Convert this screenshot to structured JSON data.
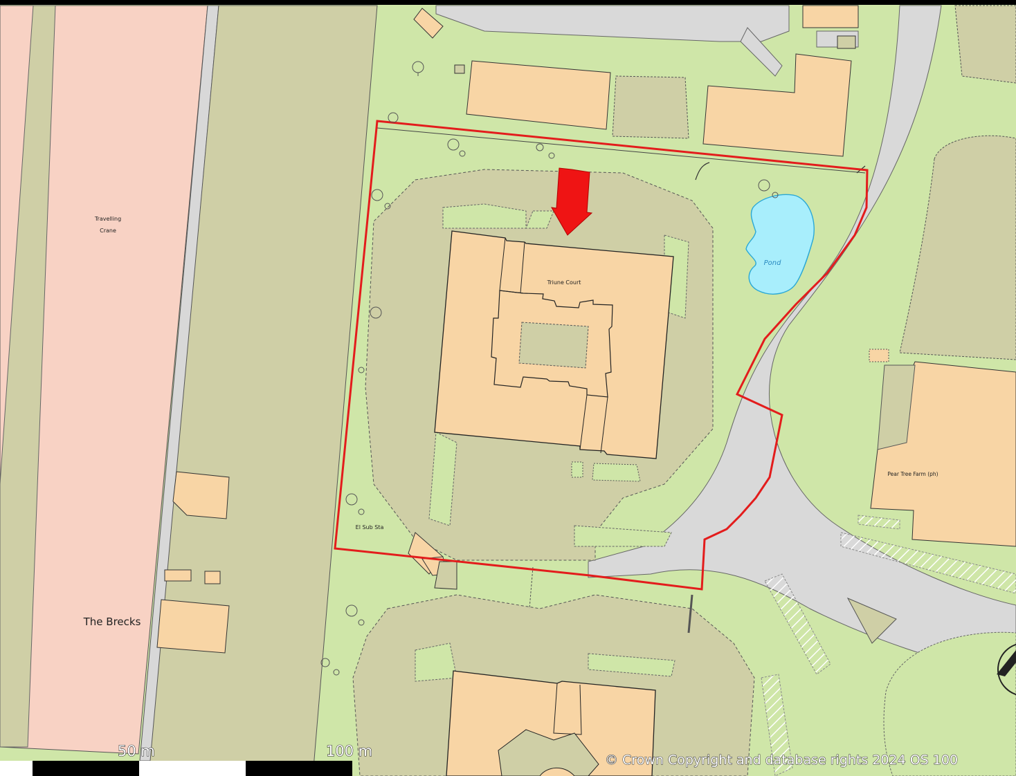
{
  "map": {
    "labels": {
      "travelling": "Travelling",
      "crane": "Crane",
      "triune_court": "Triune Court",
      "pond": "Pond",
      "el_sub_sta": "El Sub Sta",
      "pear_tree_farm": "Pear Tree Farm (ph)",
      "the_brecks": "The Brecks"
    },
    "scale_bar": {
      "label_50": "50 m",
      "label_100": "100 m"
    },
    "copyright": "© Crown Copyright and database rights 2024 OS 100",
    "colors": {
      "grass": "#cfe6a8",
      "paved_area": "#cfcfa6",
      "building": "#f8d5a5",
      "road": "#d9d9d9",
      "industrial": "#f8d2c4",
      "water": "#a8eefc",
      "site_boundary": "#e31c1c",
      "marker_arrow": "#ef1414"
    },
    "icons": [
      "tree-icon",
      "north-arrow-icon",
      "location-arrow-icon"
    ]
  }
}
